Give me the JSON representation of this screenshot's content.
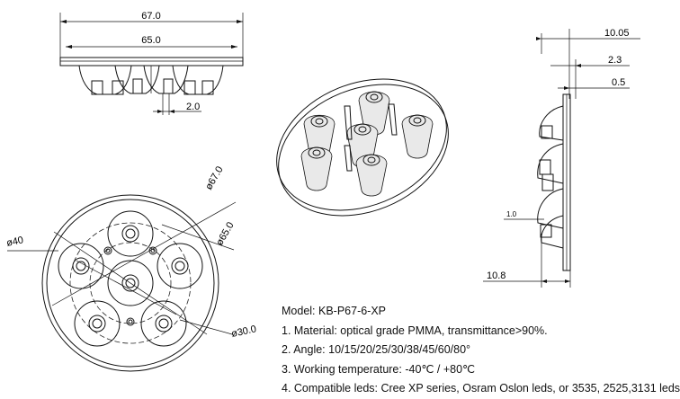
{
  "front_view": {
    "dim_outer": "67.0",
    "dim_inner": "65.0",
    "dim_step": "2.0"
  },
  "side_view": {
    "dim_height": "10.05",
    "dim_mid": "2.3",
    "dim_plate": "0.5",
    "dim_small": "1.0",
    "dim_bottom": "10.8"
  },
  "top_view": {
    "dia_outer": "ø67.0",
    "dia_inner": "ø65.0",
    "dia_pitch": "ø40",
    "dia_center": "ø30.0"
  },
  "specs": {
    "model": "Model: KB-P67-6-XP",
    "material": "1. Material: optical grade PMMA, transmittance>90%.",
    "angle": "2. Angle: 10/15/20/25/30/38/45/60/80°",
    "temperature": "3. Working temperature: -40℃ / +80℃",
    "leds": "4. Compatible leds: Cree XP series, Osram Oslon leds, or 3535, 2525,3131 leds"
  }
}
